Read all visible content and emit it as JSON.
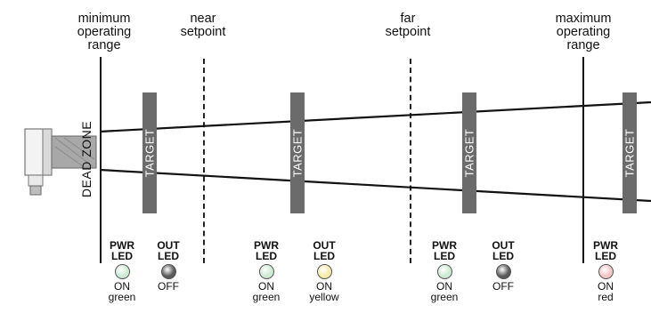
{
  "labels": {
    "min_range": "minimum\noperating\nrange",
    "near": "near\nsetpoint",
    "far": "far\nsetpoint",
    "max_range": "maximum\noperating\nrange",
    "dead_zone": "DEAD ZONE",
    "target": "TARGET"
  },
  "leds": [
    {
      "title": "PWR\nLED",
      "state": "ON",
      "color_name": "green",
      "fill": "#cdebd3"
    },
    {
      "title": "OUT\nLED",
      "state": "OFF",
      "color_name": "",
      "fill": "#5a5a5a"
    },
    {
      "title": "PWR\nLED",
      "state": "ON",
      "color_name": "green",
      "fill": "#cdebd3"
    },
    {
      "title": "OUT\nLED",
      "state": "ON",
      "color_name": "yellow",
      "fill": "#f5ebaa"
    },
    {
      "title": "PWR\nLED",
      "state": "ON",
      "color_name": "green",
      "fill": "#cdebd3"
    },
    {
      "title": "OUT\nLED",
      "state": "OFF",
      "color_name": "",
      "fill": "#5a5a5a"
    },
    {
      "title": "PWR\nLED",
      "state": "ON",
      "color_name": "red",
      "fill": "#f2c4c4"
    }
  ]
}
